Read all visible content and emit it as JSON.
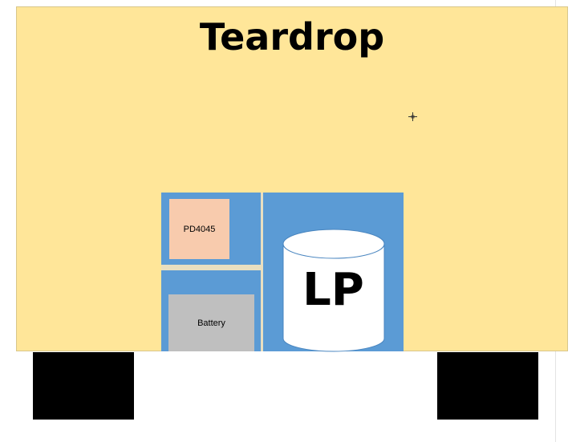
{
  "diagram": {
    "title": "Teardrop",
    "components": {
      "controller": "PD4045",
      "battery": "Battery",
      "tank": "LP"
    },
    "colors": {
      "body": "#ffe699",
      "panel": "#5b9bd5",
      "controller": "#f8cbad",
      "battery": "#bfbfbf",
      "tank": "#ffffff",
      "wheels": "#000000"
    },
    "icons": [
      "crosshair-cursor-icon"
    ]
  }
}
